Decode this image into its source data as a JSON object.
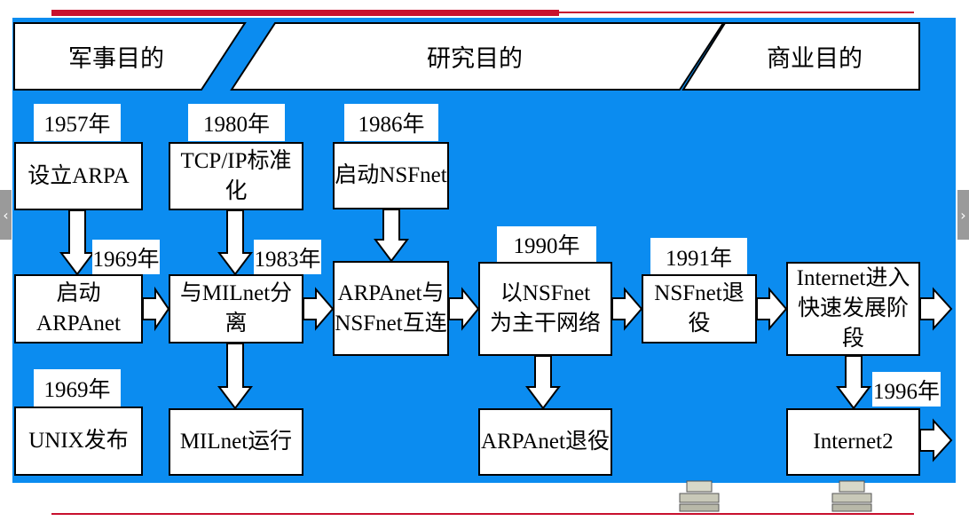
{
  "phases": {
    "military": "军事目的",
    "research": "研究目的",
    "commercial": "商业目的"
  },
  "years": {
    "y1957": "1957年",
    "y1980": "1980年",
    "y1986": "1986年",
    "y1969a": "1969年",
    "y1983": "1983年",
    "y1990": "1990年",
    "y1991": "1991年",
    "y1969b": "1969年",
    "y1996": "1996年"
  },
  "events": {
    "arpa": "设立ARPA",
    "tcpip": "TCP/IP标准化",
    "nsfnet_start": "启动NSFnet",
    "arpanet_start": "启动\nARPAnet",
    "milnet_split": "与MILnet分离",
    "arpanet_nsfnet": "ARPAnet与\nNSFnet互连",
    "nsfnet_backbone": "以NSFnet\n为主干网络",
    "nsfnet_retire": "NSFnet退役",
    "internet_fast": "Internet进入\n快速发展阶段",
    "unix": "UNIX发布",
    "milnet_run": "MILnet运行",
    "arpanet_retire": "ARPAnet退役",
    "internet2": "Internet2"
  },
  "nav": {
    "prev": "‹",
    "next": "›"
  },
  "colors": {
    "panel": "#0b8cf0",
    "accent_line": "#c8102e",
    "box": "#ffffff"
  }
}
